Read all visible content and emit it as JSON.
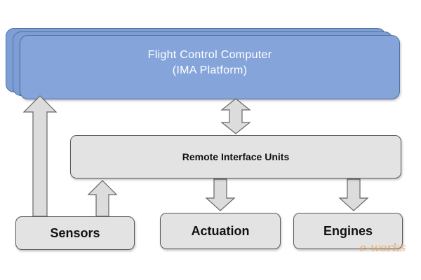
{
  "fcc": {
    "title_line1": "Flight Control Computer",
    "title_line2": "(IMA Platform)"
  },
  "riu": {
    "label": "Remote Interface Units"
  },
  "sensors": {
    "label": "Sensors"
  },
  "actuation": {
    "label": "Actuation"
  },
  "engines": {
    "label": "Engines"
  },
  "watermark": {
    "text": "e-works"
  },
  "colors": {
    "fcc_fill": "#85a5da",
    "box_fill": "#e3e3e3",
    "arrow_fill": "#dcdcdc"
  }
}
